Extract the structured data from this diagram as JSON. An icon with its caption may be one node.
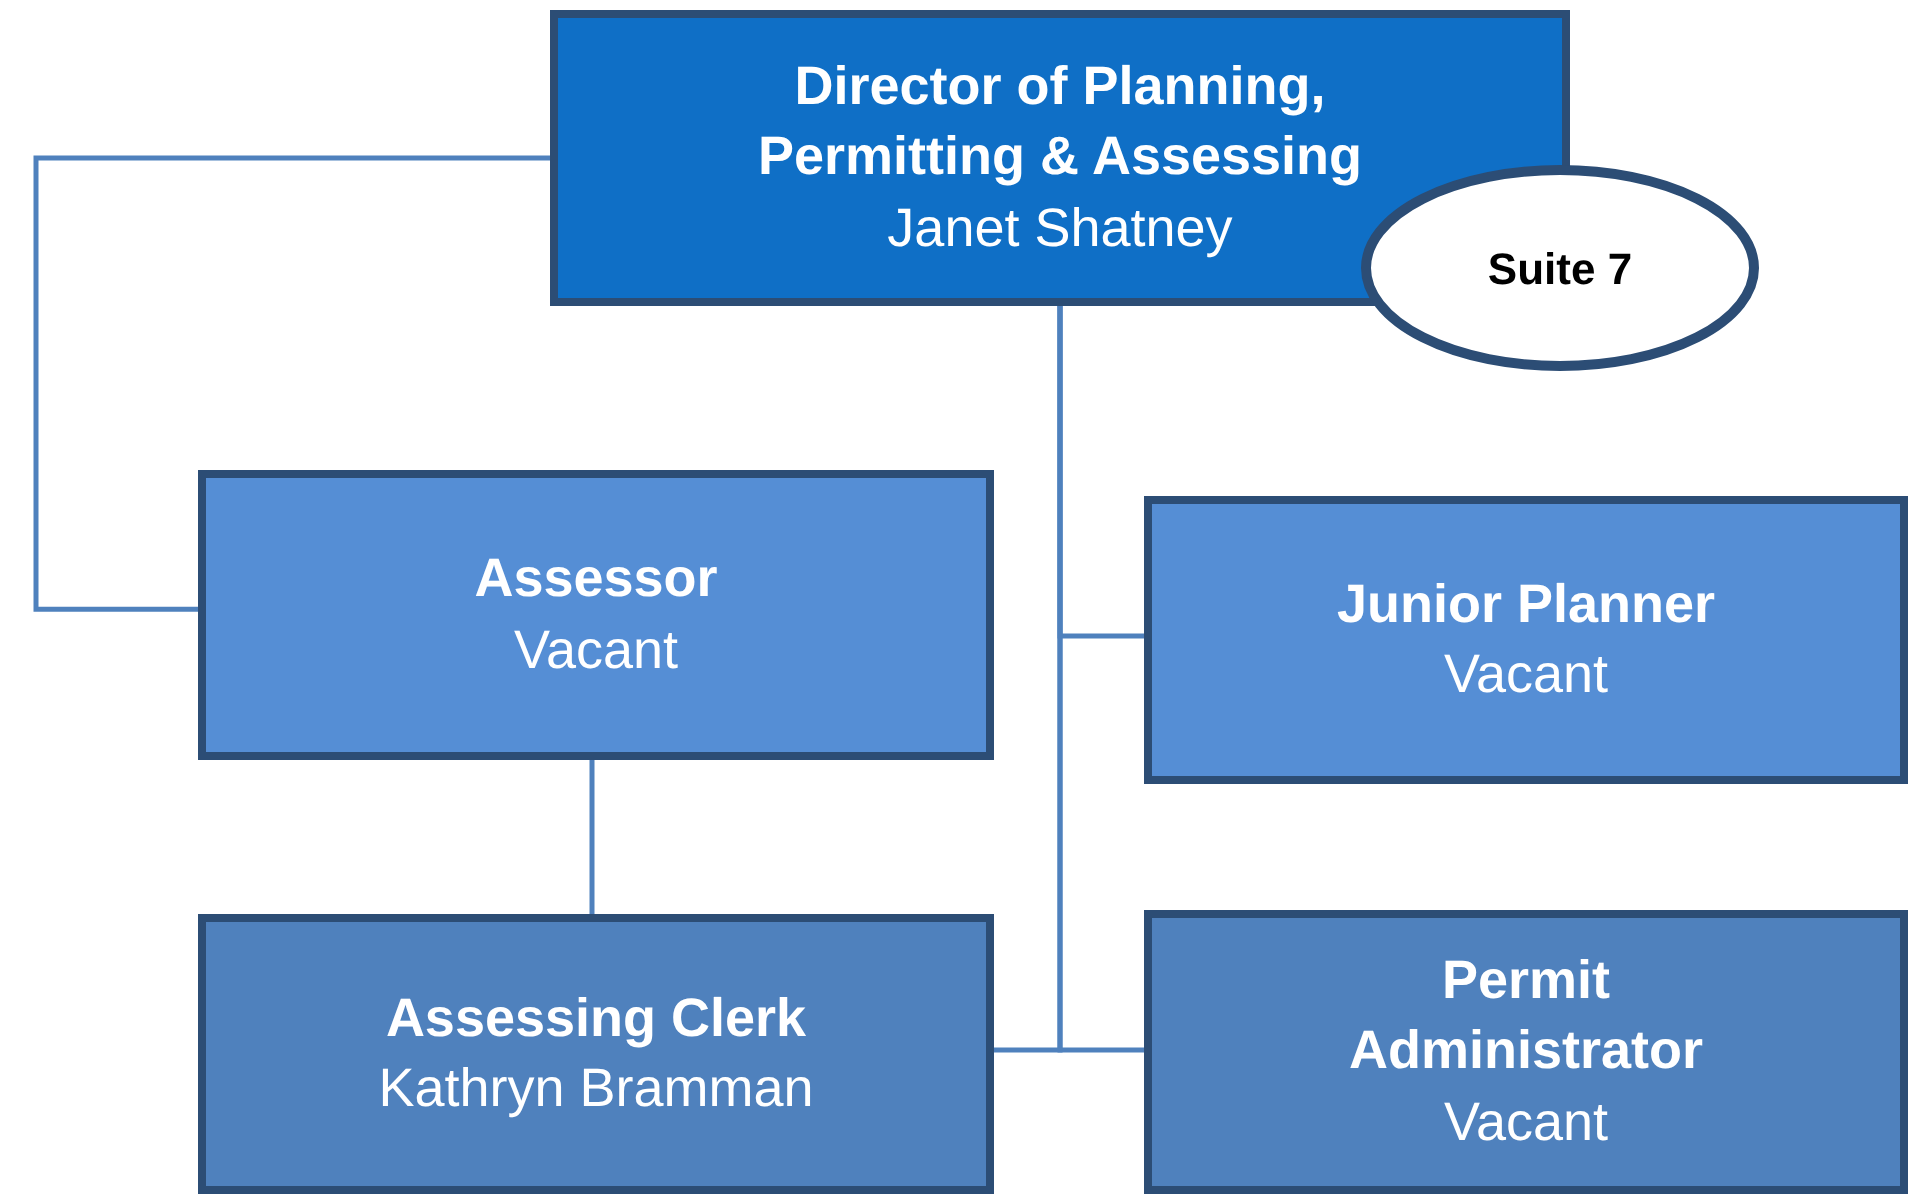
{
  "diagram": {
    "nodes": [
      {
        "text": [
          "Director of Planning, Permitting & Assessing",
          "Janet Shatney"
        ]
      },
      {
        "text": [
          "Suite 7"
        ]
      },
      {
        "text": [
          "Assessor",
          "Vacant"
        ]
      },
      {
        "text": [
          "Junior Planner",
          "Vacant"
        ]
      },
      {
        "text": [
          "Assessing Clerk",
          "Kathryn Bramman"
        ]
      },
      {
        "text": [
          "Permit Administrator",
          "Vacant"
        ]
      }
    ],
    "edges": [
      {
        "from": 0,
        "to": 2,
        "arrow": "none"
      },
      {
        "from": 0,
        "to": 3,
        "arrow": "none"
      },
      {
        "from": 0,
        "to": 5,
        "arrow": "none"
      },
      {
        "from": 0,
        "to": 4,
        "arrow": "none"
      },
      {
        "from": 2,
        "to": 4,
        "arrow": "none"
      }
    ]
  }
}
